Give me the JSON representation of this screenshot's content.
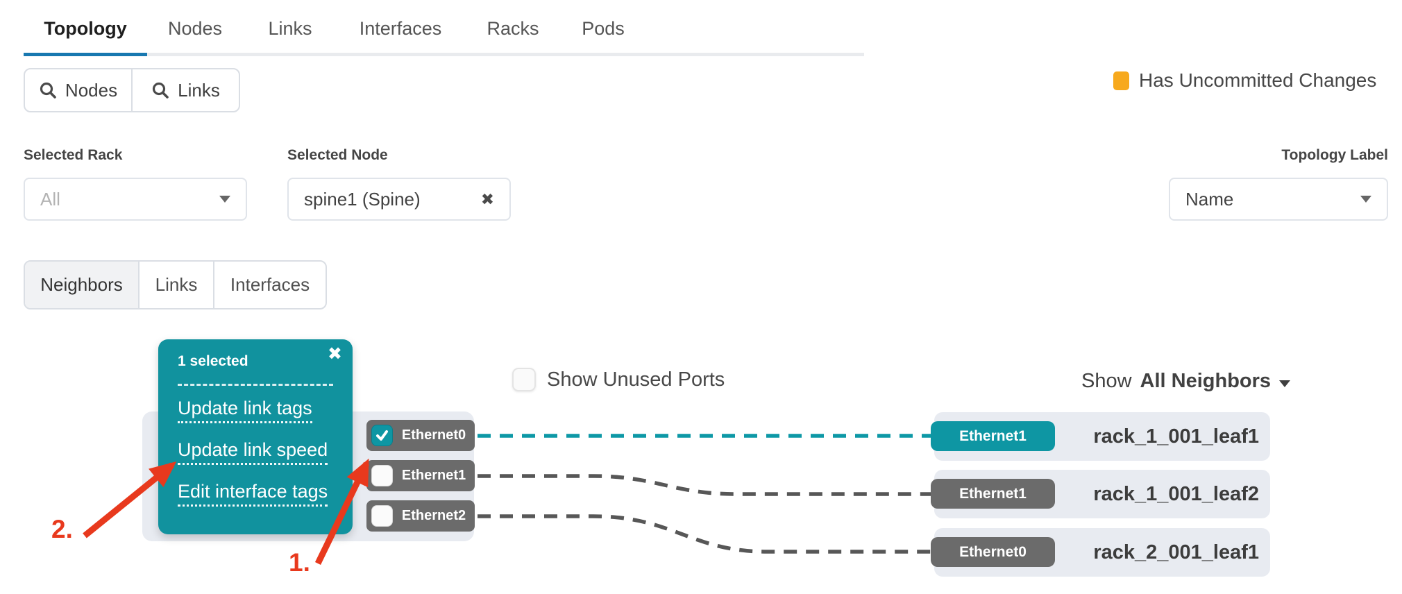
{
  "tabs": [
    {
      "label": "Topology",
      "active": true
    },
    {
      "label": "Nodes",
      "active": false
    },
    {
      "label": "Links",
      "active": false
    },
    {
      "label": "Interfaces",
      "active": false
    },
    {
      "label": "Racks",
      "active": false
    },
    {
      "label": "Pods",
      "active": false
    }
  ],
  "search_buttons": {
    "nodes_label": "Nodes",
    "links_label": "Links"
  },
  "legend": {
    "label": "Has Uncommitted Changes",
    "color": "#F7A91D"
  },
  "filters": {
    "selected_rack": {
      "label": "Selected Rack",
      "value": "All",
      "is_placeholder": true
    },
    "selected_node": {
      "label": "Selected Node",
      "value": "spine1 (Spine)"
    },
    "topology_label": {
      "label": "Topology Label",
      "value": "Name"
    }
  },
  "subtabs": [
    {
      "label": "Neighbors",
      "active": true
    },
    {
      "label": "Links",
      "active": false
    },
    {
      "label": "Interfaces",
      "active": false
    }
  ],
  "canvas": {
    "show_unused_ports": {
      "label": "Show Unused Ports",
      "checked": false
    },
    "show_neighbors": {
      "prefix": "Show",
      "value": "All Neighbors"
    },
    "selection_popup": {
      "count_label": "1 selected",
      "actions": [
        {
          "label": "Update link tags"
        },
        {
          "label": "Update link speed"
        },
        {
          "label": "Edit interface tags"
        }
      ]
    },
    "node_ports": [
      {
        "label": "Ethernet0",
        "checked": true
      },
      {
        "label": "Ethernet1",
        "checked": false
      },
      {
        "label": "Ethernet2",
        "checked": false
      }
    ],
    "neighbors": [
      {
        "port": "Ethernet1",
        "name": "rack_1_001_leaf1",
        "selected_link": true
      },
      {
        "port": "Ethernet1",
        "name": "rack_1_001_leaf2",
        "selected_link": false
      },
      {
        "port": "Ethernet0",
        "name": "rack_2_001_leaf1",
        "selected_link": false
      }
    ],
    "annotations": [
      {
        "label": "1."
      },
      {
        "label": "2."
      }
    ]
  },
  "icons": {
    "close": "✖",
    "clear": "✖"
  },
  "colors": {
    "teal": "#11929E",
    "orange": "#F7A91D",
    "red": "#E8391D",
    "tab_accent_blue": "#1878B0",
    "badge_gray": "#6B6B6B",
    "row_gray": "#E8EBF1"
  }
}
